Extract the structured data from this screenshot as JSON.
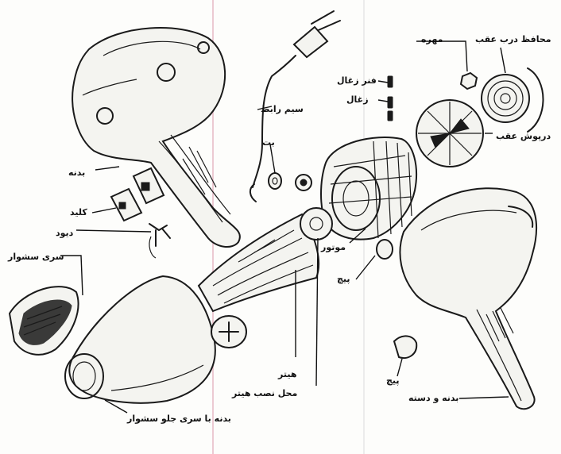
{
  "labels": {
    "body": "بدنه",
    "key": "کلید",
    "diode": "دیود",
    "dryer_tip": "سری سشوار",
    "power_cord": "سیم رابط",
    "bushing": "بت",
    "carbon_brush_spring": "فنر زغال",
    "carbon_brush": "زغال",
    "nut": "مهره",
    "rear_door_guard": "محافظ درب عقب",
    "rear_cover": "درپوش عقب",
    "motor": "موتور",
    "screw_1": "پیچ",
    "screw_2": "پیچ",
    "heater": "هیتر",
    "heater_mount": "محل نصب هیتر",
    "front_body": "بدنه با سری جلو سشوار",
    "body_and_handle": "بدنه و دسته"
  }
}
